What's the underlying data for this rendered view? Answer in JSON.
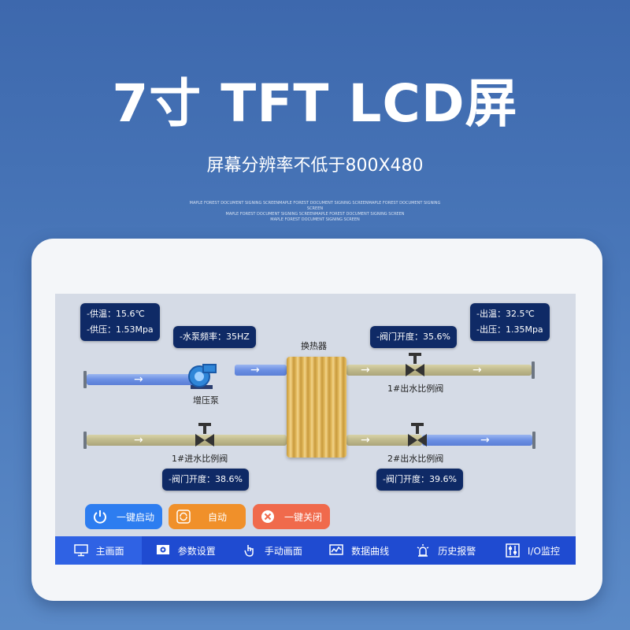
{
  "headline": "7寸  TFT LCD屏",
  "subline": "屏幕分辨率不低于800X480",
  "micro_text": [
    "MAPLE FOREST DOCUMENT SIGNING SCREENMAPLE FOREST DOCUMENT SIGNING SCREENMAPLE FOREST DOCUMENT SIGNING SCREEN",
    "MAPLE FOREST DOCUMENT SIGNING SCREENMAPLE FOREST DOCUMENT SIGNING SCREEN",
    "MAPLE FOREST DOCUMENT SIGNING SCREEN"
  ],
  "supply": {
    "temp": "-供温：15.6℃",
    "pressure": "-供压：1.53Mpa"
  },
  "outlet": {
    "temp": "-出温：32.5℃",
    "pressure": "-出压：1.35Mpa"
  },
  "pump_freq": "-水泵频率：35HZ",
  "exchanger_label": "换热器",
  "pump_label": "增压泵",
  "valves": {
    "out1": {
      "label": "1#出水比例阀",
      "opening": "-阀门开度：35.6%"
    },
    "in1": {
      "label": "1#进水比例阀",
      "opening": "-阀门开度：38.6%"
    },
    "out2": {
      "label": "2#出水比例阀",
      "opening": "-阀门开度：39.6%"
    }
  },
  "buttons": {
    "start": "一键启动",
    "auto": "自动",
    "close": "一键关闭"
  },
  "nav": [
    "主画面",
    "参数设置",
    "手动画面",
    "数据曲线",
    "历史报警",
    "I/O监控"
  ],
  "colors": {
    "nav": "#1f4bd1",
    "start": "#2d7df0",
    "auto": "#f0902a",
    "close": "#f06a4c",
    "infobox": "#0f2a66"
  }
}
